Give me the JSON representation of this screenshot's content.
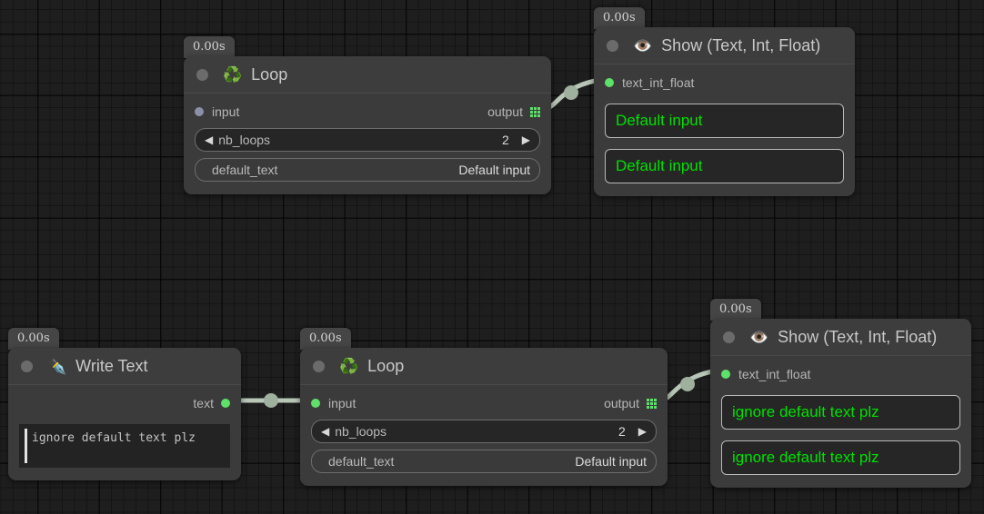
{
  "app": {
    "background_color": "#1e1e1e",
    "accent_green": "#5ee06a",
    "output_text_green": "#00e000",
    "node_color": "#3b3b3b"
  },
  "nodes": [
    {
      "id": "loop-top",
      "time_badge": "0.00s",
      "icon": "recycle-icon",
      "emoji": "♻️",
      "title": "Loop",
      "input_port": {
        "label": "input",
        "state": "unconnected"
      },
      "output_port": {
        "label": "output",
        "icon": "grid-icon"
      },
      "params": [
        {
          "name": "nb_loops",
          "value": "2",
          "type": "stepper",
          "left_arrow": "◀",
          "right_arrow": "▶"
        },
        {
          "name": "default_text",
          "value": "Default input",
          "type": "text"
        }
      ]
    },
    {
      "id": "show-top",
      "time_badge": "0.00s",
      "icon": "eye-icon",
      "emoji": "👁️",
      "title": "Show (Text, Int, Float)",
      "input_port": {
        "label": "text_int_float",
        "state": "connected"
      },
      "outputs": [
        "Default input",
        "Default input"
      ]
    },
    {
      "id": "write-text",
      "time_badge": "0.00s",
      "icon": "pen-nib-icon",
      "emoji": "✒️",
      "title": "Write Text",
      "output_port": {
        "label": "text",
        "state": "connected"
      },
      "text_value": "ignore default text plz"
    },
    {
      "id": "loop-bottom",
      "time_badge": "0.00s",
      "icon": "recycle-icon",
      "emoji": "♻️",
      "title": "Loop",
      "input_port": {
        "label": "input",
        "state": "connected"
      },
      "output_port": {
        "label": "output",
        "icon": "grid-icon"
      },
      "params": [
        {
          "name": "nb_loops",
          "value": "2",
          "type": "stepper",
          "left_arrow": "◀",
          "right_arrow": "▶"
        },
        {
          "name": "default_text",
          "value": "Default input",
          "type": "text"
        }
      ]
    },
    {
      "id": "show-bottom",
      "time_badge": "0.00s",
      "icon": "eye-icon",
      "emoji": "👁️",
      "title": "Show (Text, Int, Float)",
      "input_port": {
        "label": "text_int_float",
        "state": "connected"
      },
      "outputs": [
        "ignore default text plz",
        "ignore default text plz"
      ]
    }
  ],
  "connections": [
    {
      "from": "loop-top.output",
      "to": "show-top.text_int_float"
    },
    {
      "from": "write-text.text",
      "to": "loop-bottom.input"
    },
    {
      "from": "loop-bottom.output",
      "to": "show-bottom.text_int_float"
    }
  ]
}
